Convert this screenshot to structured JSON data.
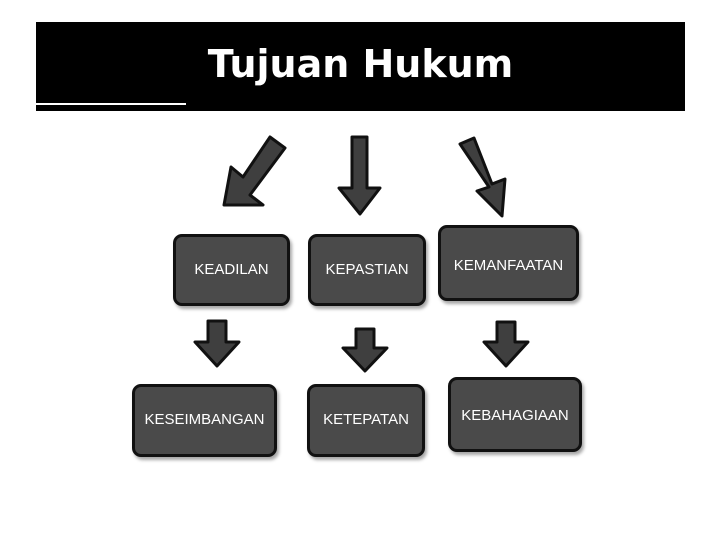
{
  "title": "Tujuan Hukum",
  "colors": {
    "header_bg": "#000000",
    "box_fill": "#4a4a4a",
    "box_border": "#111111",
    "arrow_fill": "#3f3f3f",
    "text": "#ffffff"
  },
  "diagram": {
    "top_row": [
      {
        "label": "KEADILAN"
      },
      {
        "label": "KEPASTIAN"
      },
      {
        "label": "KEMANFAATAN"
      }
    ],
    "bottom_row": [
      {
        "label": "KESEIMBANGAN"
      },
      {
        "label": "KETEPATAN"
      },
      {
        "label": "KEBAHAGIAAN"
      }
    ],
    "edges": [
      {
        "from": "Tujuan Hukum",
        "to": "KEADILAN"
      },
      {
        "from": "Tujuan Hukum",
        "to": "KEPASTIAN"
      },
      {
        "from": "Tujuan Hukum",
        "to": "KEMANFAATAN"
      },
      {
        "from": "KEADILAN",
        "to": "KESEIMBANGAN"
      },
      {
        "from": "KEPASTIAN",
        "to": "KETEPATAN"
      },
      {
        "from": "KEMANFAATAN",
        "to": "KEBAHAGIAAN"
      }
    ]
  }
}
